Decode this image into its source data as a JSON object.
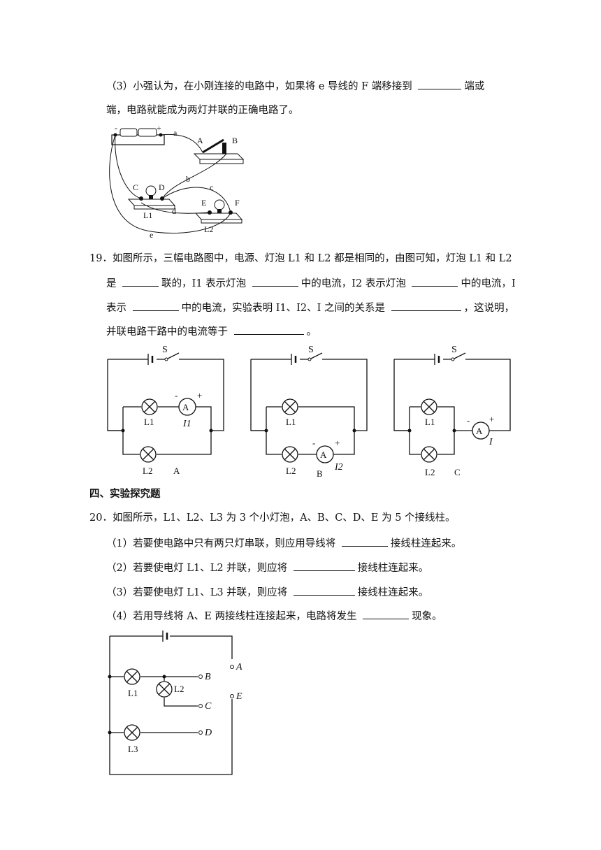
{
  "q18_part3": {
    "line1_a": "（3）小强认为，在小刚连接的电路中，如果将 e 导线的 F 端移接到 ",
    "line1_b": "端或",
    "line2": "端，电路就能成为两灯并联的正确电路了。",
    "figure_labels": {
      "battery_minus": "-",
      "battery_plus": "+",
      "wire_a": "a",
      "wire_b": "b",
      "wire_c": "c",
      "wire_d": "d",
      "wire_e": "e",
      "switch_A": "A",
      "switch_B": "B",
      "terminal_C": "C",
      "terminal_D": "D",
      "terminal_E": "E",
      "terminal_F": "F",
      "lamp1": "L1",
      "lamp2": "L2"
    }
  },
  "q19": {
    "line1": "19．如图所示，三幅电路图中，电源、灯泡 L1 和 L2 都是相同的，由图可知，灯泡 L1 和 L2",
    "line2_a": "是 ",
    "line2_b": "联的，I1 表示灯泡 ",
    "line2_c": "中的电流，I2 表示灯泡 ",
    "line2_d": "中的电流，I",
    "line3_a": "表示 ",
    "line3_b": "中的电流，实验表明 I1、I2、I 之间的关系是 ",
    "line3_c": "，这说明，",
    "line4_a": "并联电路干路中的电流等于 ",
    "line4_b": "。",
    "figures": [
      {
        "switch": "S",
        "lamp1": "L1",
        "lamp2": "L2",
        "meter": "A",
        "meter_minus": "-",
        "meter_plus": "+",
        "current": "I1",
        "caption": "A"
      },
      {
        "switch": "S",
        "lamp1": "L1",
        "lamp2": "L2",
        "meter": "A",
        "meter_minus": "-",
        "meter_plus": "+",
        "current": "I2",
        "caption": "B"
      },
      {
        "switch": "S",
        "lamp1": "L1",
        "lamp2": "L2",
        "meter": "A",
        "meter_minus": "-",
        "meter_plus": "+",
        "current": "I",
        "caption": "C"
      }
    ]
  },
  "section4": {
    "title": "四、实验探究题"
  },
  "q20": {
    "intro": "20．如图所示，L1、L2、L3 为 3 个小灯泡，A、B、C、D、E 为 5 个接线柱。",
    "p1_a": "（1）若要使电路中只有两只灯串联，则应用导线将 ",
    "p1_b": "接线柱连起来。",
    "p2_a": "（2）若要使电灯 L1、L2 并联，则应将 ",
    "p2_b": "接线柱连起来。",
    "p3_a": "（3）若要使电灯 L1、L3 并联，则应将 ",
    "p3_b": "接线柱连起来。",
    "p4_a": "（4）若用导线将 A、E 两接线柱连接起来，电路将发生 ",
    "p4_b": "现象。",
    "figure_labels": {
      "A": "A",
      "B": "B",
      "C": "C",
      "D": "D",
      "E": "E",
      "lamp1": "L1",
      "lamp2": "L2",
      "lamp3": "L3"
    }
  }
}
